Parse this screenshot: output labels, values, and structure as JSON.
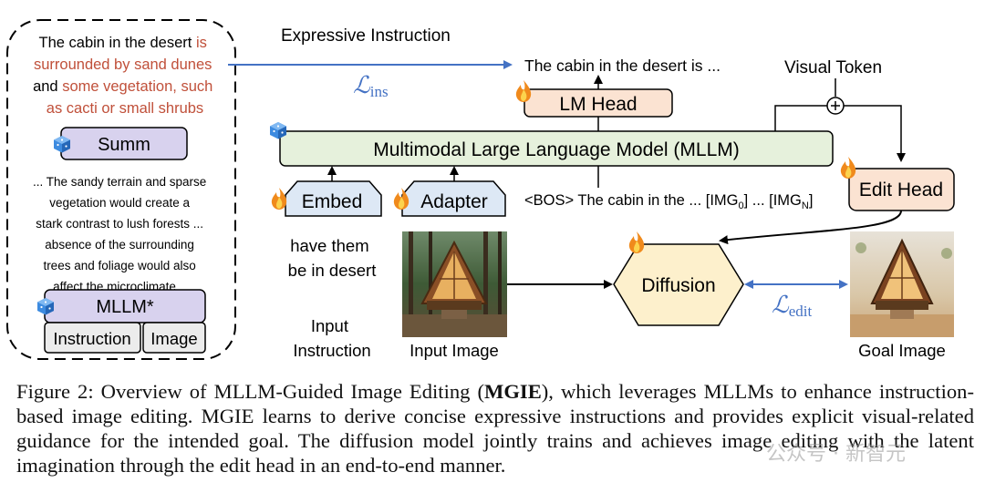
{
  "summary_box": {
    "text_lines": [
      [
        {
          "t": "The cabin in the desert ",
          "c": "black"
        },
        {
          "t": "is",
          "c": "red"
        }
      ],
      [
        {
          "t": "surrounded by sand dunes",
          "c": "red"
        }
      ],
      [
        {
          "t": "and ",
          "c": "black"
        },
        {
          "t": "some vegetation, such",
          "c": "red"
        }
      ],
      [
        {
          "t": "as cacti or small shrubs",
          "c": "red"
        }
      ]
    ],
    "summ_label": "Summ",
    "desc_lines": [
      "... The sandy terrain and sparse",
      "vegetation would create a",
      "stark contrast to lush forests ...",
      "absence of the surrounding",
      "trees and foliage would also",
      "affect the microclimate ..."
    ],
    "mllm_star_label": "MLLM*",
    "instruction_label": "Instruction",
    "image_label": "Image"
  },
  "expressive_instruction": "Expressive Instruction",
  "loss_ins": {
    "script": "ℒ",
    "sub": "ins"
  },
  "output_text": "The cabin in the desert is ...",
  "lm_head": "LM Head",
  "visual_token": "Visual Token",
  "mllm_label": "Multimodal Large Language Model (MLLM)",
  "embed": "Embed",
  "adapter": "Adapter",
  "token_seq": {
    "prefix": "<BOS> The cabin in the ...  [IMG",
    "sub0": "0",
    "mid": "] ... [IMG",
    "subN": "N",
    "suffix": "]"
  },
  "edit_head": "Edit Head",
  "instruction_text": [
    "have them",
    "be in desert"
  ],
  "input_instruction_caption": [
    "Input",
    "Instruction"
  ],
  "input_image_caption": "Input Image",
  "diffusion": "Diffusion",
  "loss_edit": {
    "script": "ℒ",
    "sub": "edit"
  },
  "goal_image_caption": "Goal Image",
  "caption": {
    "before_bold": "Figure 2: Overview of MLLM-Guided Image Editing (",
    "bold": "MGIE",
    "after_bold": "), which leverages MLLMs to enhance instruction-based image editing. MGIE learns to derive concise expressive instructions and provides explicit visual-related guidance for the intended goal. The diffusion model jointly trains and achieves image editing with the latent imagination through the edit head in an end-to-end manner."
  },
  "watermark": "公众号 · 新智元",
  "colors": {
    "red_text": "#c0503a",
    "blue_arrow": "#4472c4",
    "green_box": "#e6f1dc",
    "purple_box": "#d8d2ee",
    "peach_box": "#fbe3d2",
    "yellow_hex": "#fdf0cc",
    "blue_box": "#dde8f5",
    "gray_box": "#ececec"
  },
  "icons": [
    "cube-icon",
    "fire-icon"
  ]
}
